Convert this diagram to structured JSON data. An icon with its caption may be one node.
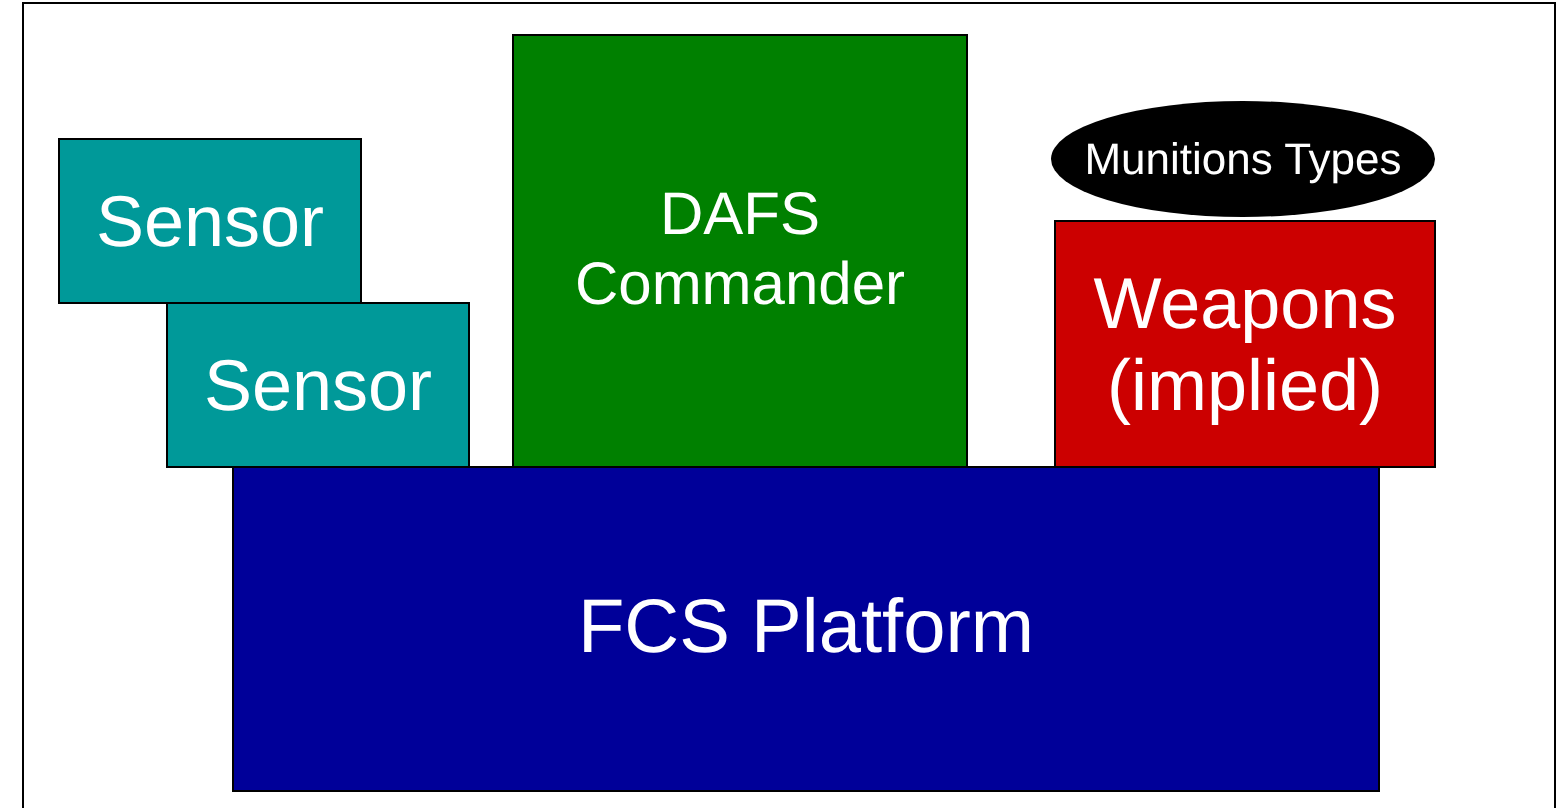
{
  "diagram": {
    "nodes": [
      {
        "text": [
          "Sensor"
        ]
      },
      {
        "text": [
          "Sensor"
        ]
      },
      {
        "text": [
          "DAFS Commander"
        ]
      },
      {
        "text": [
          "Munitions Types"
        ]
      },
      {
        "text": [
          "Weapons (implied)"
        ]
      },
      {
        "text": [
          "FCS Platform"
        ]
      }
    ]
  }
}
